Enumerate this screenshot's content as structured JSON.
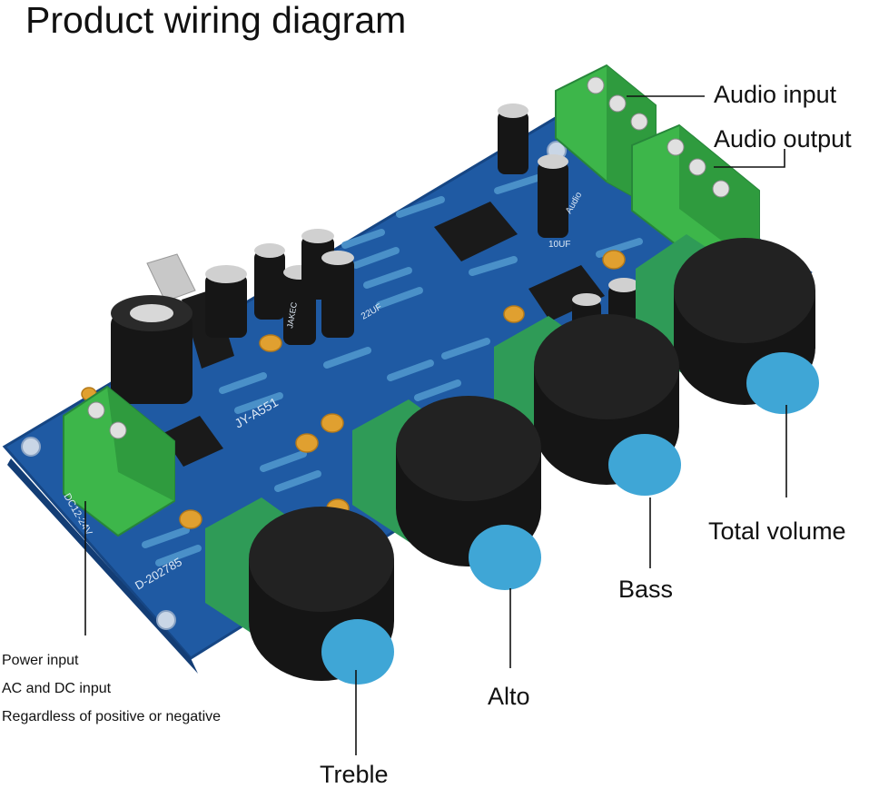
{
  "title": "Product wiring diagram",
  "callouts": {
    "audio_input": "Audio input",
    "audio_output": "Audio output",
    "total_volume": "Total volume",
    "bass": "Bass",
    "alto": "Alto",
    "treble": "Treble"
  },
  "power_notes": [
    "Power input",
    "AC and DC input",
    "Regardless of positive or negative"
  ],
  "board_silkscreen": {
    "model": "JY-A551",
    "code": "D-202785",
    "power": "DC12-24V",
    "cap_label": "10UF",
    "cap_label_2": "22UF",
    "brand": "JAKEC",
    "audio": "Audio"
  },
  "colors": {
    "pcb": "#1f5aa3",
    "terminal": "#3db64a",
    "knob": "#151515",
    "knob_cap": "#3fa6d6",
    "pot_body": "#2f9b57"
  }
}
